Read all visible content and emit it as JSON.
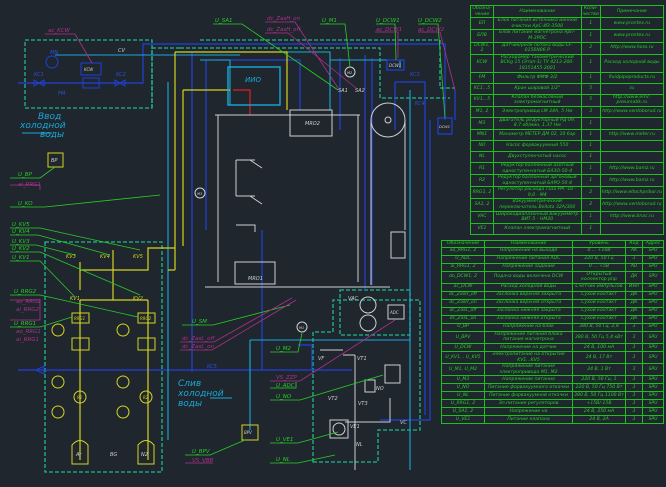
{
  "inlet_label": [
    "Ввод",
    "холодной",
    "воды"
  ],
  "drain_label": [
    "Слив",
    "холодной",
    "воды"
  ],
  "signals": {
    "ac_KCW": "ac_KCW",
    "U_SA1": "U_SA1",
    "dc_ZasH_on": "dc_ZasH_on",
    "dc_ZasH_off": "dc_ZasH_off",
    "U_M1": "U_M1",
    "U_DCW1": "U_DCW1",
    "ac_DCW1": "ac_DCW1",
    "U_DCW2": "U_DCW2",
    "ac_DCW2": "ac_DCW2",
    "U_BP": "U_BP",
    "ai_RRG1": "ai_RRG1",
    "U_KO": "U_KO",
    "U_KV5": "U_KV5",
    "U_KV4": "U_KV4",
    "U_KV3": "U_KV3",
    "U_KV2": "U_KV2",
    "U_KV1": "U_KV1",
    "U_RRG2": "U_RRG2",
    "ao_RRG2": "ao_RRG2",
    "ai_RRG2": "ai_RRG2",
    "U_RRG1": "U_RRG1",
    "ao_RRG1": "ao_RRG1",
    "ai_RRG1b": "ai_RRG1",
    "U_SM": "U_SM",
    "dc_ZasL_off": "dc_ZasL_off",
    "dc_ZasL_on": "dc_ZasL_on",
    "U_M2": "U_M2",
    "VS_ZZP": "VS_ZZP",
    "U_ADC": "U_ADC",
    "U_NO": "U_NO",
    "U_VE1": "U_VE1",
    "U_NL": "U_NL",
    "U_BPV": "U_BPV",
    "VS_VBB": "VS_VBB"
  },
  "components": {
    "CV": "CV",
    "MN": "MN",
    "KC1": "KC1",
    "FM": "FM",
    "KCW": "KCW",
    "KC2": "KC2",
    "KC3": "KC3",
    "KC4": "KC4",
    "KC5": "KC5",
    "IIO": "ИИО",
    "MRO2": "MRO2",
    "MRO1": "MRO1",
    "M2": "M2",
    "M1": "M1",
    "M3": "M3",
    "DCW1": "DCW1",
    "DCW2": "DCW2",
    "BP": "BP",
    "SA1": "SA1",
    "SA2": "SA2",
    "KV1": "KV1",
    "KV2": "KV2",
    "KV3": "KV3",
    "KV4": "KV4",
    "KV5": "KV5",
    "RRG1": "RRG1",
    "RRG2": "RRG2",
    "R1": "R1",
    "R2": "R2",
    "Ar": "Ar",
    "N2": "N2",
    "BG": "BG",
    "VAC": "VAC",
    "ADC": "ADC",
    "VF": "VF",
    "VT1": "VT1",
    "VT2": "VT2",
    "VT3": "VT3",
    "VE1": "VE1",
    "NO": "NO",
    "NL": "NL",
    "VC": "VC",
    "BPV": "BPV"
  },
  "spec_table": {
    "headers": [
      "Обозна-чение",
      "Наименование",
      "Коли-чество",
      "Примечание"
    ],
    "rows": [
      [
        "БП",
        "Блок питания источника ионной очистки АрС-ИЗ-3500",
        "1",
        "www.prontex.ru"
      ],
      [
        "БПВ",
        "Блок питания магнетрона АрП-М-3РОС",
        "1",
        "www.prontex.ru"
      ],
      [
        "DCW1, 2",
        "Датчик/реле потока воды LF-0156N06 P",
        "2",
        "http://www.hoss.ru"
      ],
      [
        "KCW",
        "Расходомер тахометрический ВСКg 15 (Этап-1) ТУ 4213-200-18151455-2001",
        "1",
        "Расход холодной воды"
      ],
      [
        "FM",
        "Фильтр ФМФ 3/2",
        "1",
        "fluidpipeproducts.ru"
      ],
      [
        "KC1...5",
        "Кран шаровой 1/2\"",
        "5",
        "ru"
      ],
      [
        "KV1...5",
        "Клапан безмасляный электромагнитный",
        "5",
        "http://www.emc-pneumatik.ru"
      ],
      [
        "M1, 2",
        "Электропривод LM 24A, 5 Нм",
        "3",
        "http://www.ventoborud.ru"
      ],
      [
        "M3",
        "Двигатель редукторный РД-09, 8.7 об/мин, 1.37 Нм",
        "1",
        ""
      ],
      [
        "MN1",
        "Манометр МЕТЕР ДМ 02, 10 бар",
        "1",
        "http://www.meter.ru"
      ],
      [
        "NO",
        "Насос форвакуумный 550",
        "1",
        ""
      ],
      [
        "NL",
        "Двухступенчатый насос",
        "1",
        ""
      ],
      [
        "R1",
        "Редуктор баллонный азотный одноступенчатый БАЗО-50-4",
        "1",
        "http://www.bamz.ru"
      ],
      [
        "R2",
        "Редуктор баллонный аргоновый одноступенчатый БАРО-50-4",
        "1",
        "http://www.bamz.ru"
      ],
      [
        "RRG1, 2",
        "Регулятор расхода газа РРГ-10 - 9,0 - М4",
        "2",
        "http://www.eltochpribor.ru"
      ],
      [
        "SA1, 2",
        "Вакуумметрический переключатель Bellota 32A/300",
        "2",
        "http://www.ventoborud.ru"
      ],
      [
        "VAC",
        "Широкодиапазонный вакуумметр ВИТ-5 - НМ20",
        "1",
        "http://www.bnac.ru"
      ],
      [
        "VE1",
        "Клапан электромагнитный",
        "1",
        ""
      ]
    ]
  },
  "signal_table": {
    "headers": [
      "Обозначение",
      "Наименование",
      "Уровень",
      "Код",
      "Адрес"
    ],
    "rows": [
      [
        "ao_RRG1, 2",
        "Напряжение на выходе",
        "0 ... +10В",
        "AK",
        "SPU"
      ],
      [
        "U_ADC",
        "Напряжение питания ADC",
        "220 В, 50 Гц",
        "3",
        "SPU"
      ],
      [
        "ai_RRG1, 2",
        "Напряжение задания",
        "0 ... +5В",
        "AU",
        "SPU"
      ],
      [
        "do_DCW1, 2",
        "Подача воды включена DCW",
        "Открытый коллектор pnp",
        "ДК",
        "SPU"
      ],
      [
        "ac_DCW",
        "Расход холодной воды",
        "Счётчик импульсов",
        "Имп",
        "SPU"
      ],
      [
        "dc_ZasH_off",
        "Заслонка верхняя закрыта",
        "Сухой контакт",
        "ДК",
        "SPU"
      ],
      [
        "dc_ZasH_on",
        "Заслонка верхняя открыта",
        "Сухой контакт",
        "ДК",
        "SPU"
      ],
      [
        "dc_ZasL_off",
        "Заслонка нижняя закрыта",
        "Сухой контакт",
        "ДК",
        "SPU"
      ],
      [
        "dc_ZasL_on",
        "Заслонка нижняя открыта",
        "Сухой контакт",
        "ДК",
        "SPU"
      ],
      [
        "U_BP",
        "Напряжение на блок",
        "380 В, 50 Гц, 2,8",
        "3",
        "SPU"
      ],
      [
        "U_BPV",
        "Напряжение питания блока питания магнетрона",
        "380 В, 50 Гц 5,4 кВт",
        "3",
        "SPU"
      ],
      [
        "U_DCW",
        "Напряжение на датчик",
        "24 В, 100 мА",
        "3",
        "SPU"
      ],
      [
        "U_KV1... U_KV5",
        "Электропитание на открытие KV1...KV5",
        "24 В, 17 Вт",
        "3",
        "SPU"
      ],
      [
        "U_M1, U_M2",
        "Напряжение питания электропривода M1, M2",
        "24 В, 1 Вт",
        "3",
        "SPU"
      ],
      [
        "U_M3",
        "Напряжение питания",
        "220 В, 50 Гц, 1",
        "3",
        "SPU"
      ],
      [
        "U_NO",
        "Питание форвакуумного откачки",
        "220 В, 50 Гц 750 Вт",
        "3",
        "SPU"
      ],
      [
        "U_NL",
        "Питание форвакуумной откачки",
        "380 В, 50 Гц 1100 Вт",
        "3",
        "SPU"
      ],
      [
        "U_RRG1, 2",
        "Эл.питание регуляторов",
        "+15В/-15В",
        "3",
        "SPU"
      ],
      [
        "U_SA1, 2",
        "Напряжение на",
        "24 В, 350 мА",
        "3",
        "SPU"
      ],
      [
        "U_VE1",
        "Питание клапана",
        "24 В, 2А",
        "3",
        "SPU"
      ]
    ]
  },
  "colors": {
    "background": "#1f262e",
    "signal_green": "#27d027",
    "signal_magenta": "#b0308a",
    "gas_yellow": "#d4d420",
    "water_blue": "#2040d8",
    "water_cyan": "#1aa8d8",
    "boundary_teal": "#20b890",
    "vacuum_white": "#d0d0d0"
  }
}
